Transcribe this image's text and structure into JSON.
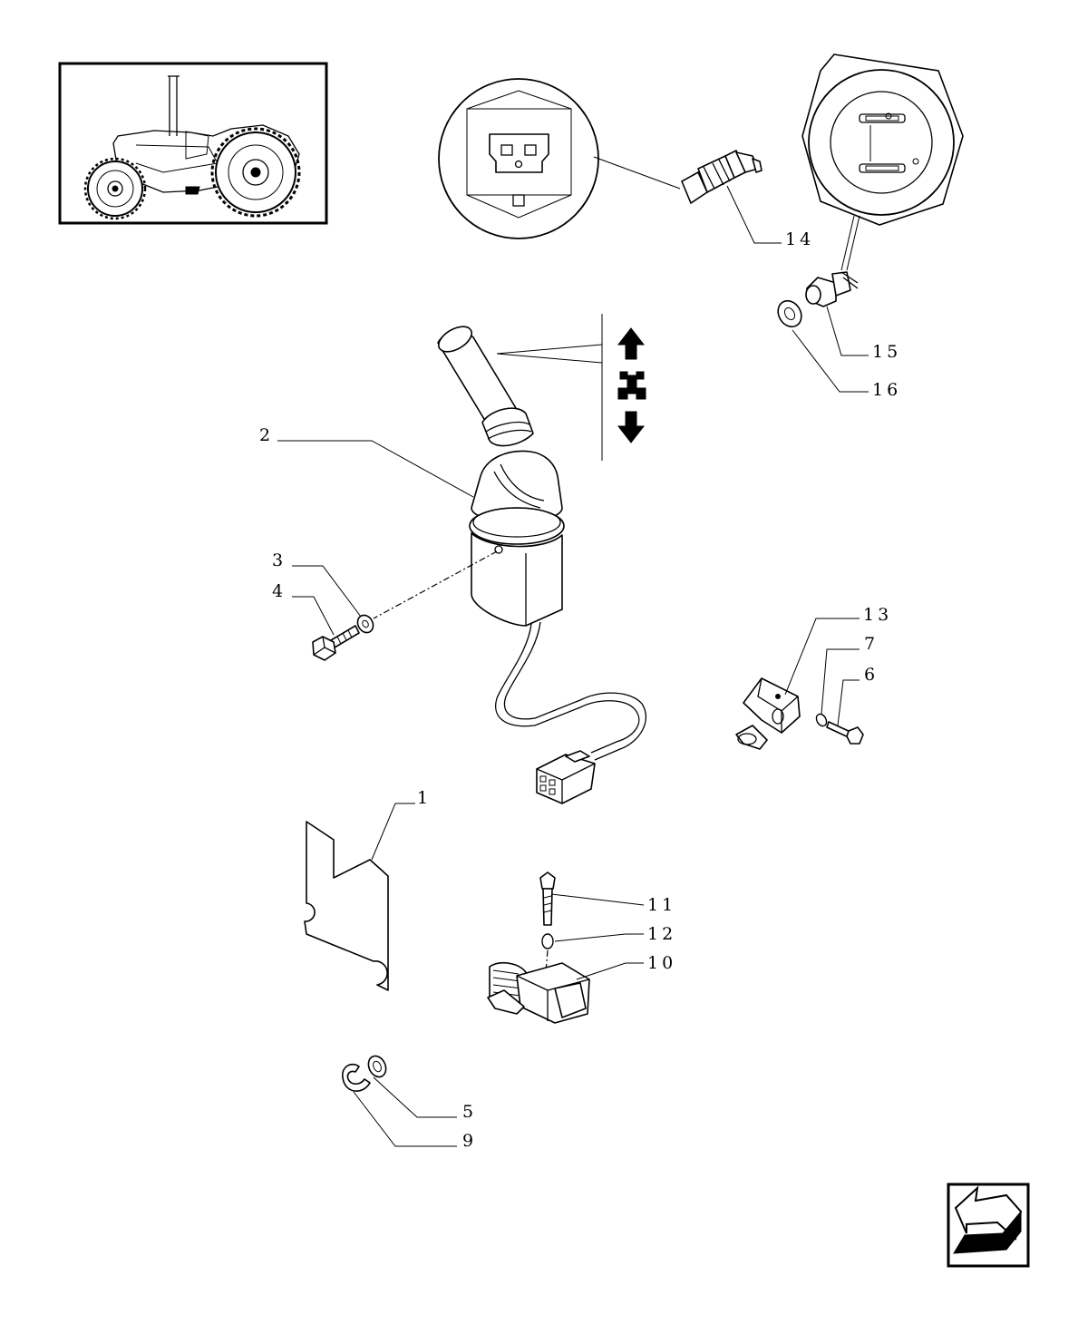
{
  "callouts": {
    "c1": "1",
    "c2": "2",
    "c3": "3",
    "c4": "4",
    "c5": "5",
    "c6": "6",
    "c7": "7",
    "c9": "9",
    "c10": "10",
    "c11": "11",
    "c12": "12",
    "c13": "13",
    "c14": "14",
    "c15": "15",
    "c16": "16"
  },
  "icons": {
    "thumbnail": "tractor-thumbnail-icon",
    "travel_direction": "forward-reverse-arrows-icon",
    "navigation": "previous-page-arrow-icon"
  }
}
